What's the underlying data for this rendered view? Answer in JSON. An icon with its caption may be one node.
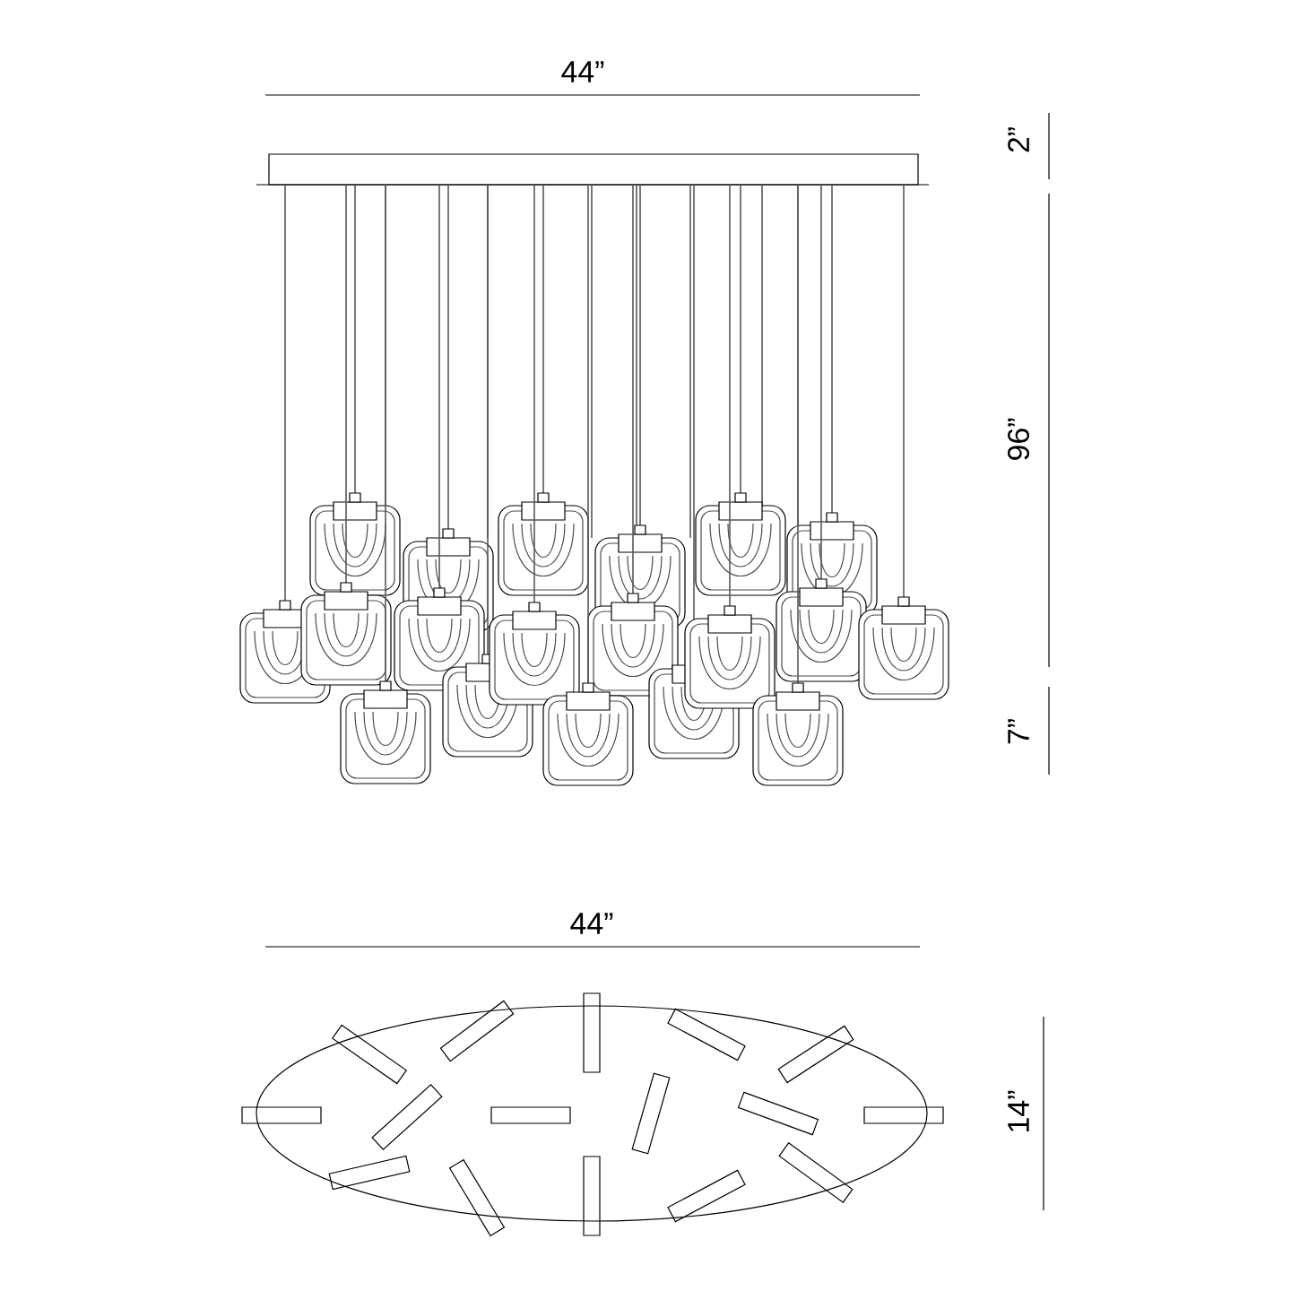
{
  "diagram": {
    "labels": [
      "44”",
      "2”",
      "96”",
      "7”",
      "44”",
      "14”"
    ]
  }
}
